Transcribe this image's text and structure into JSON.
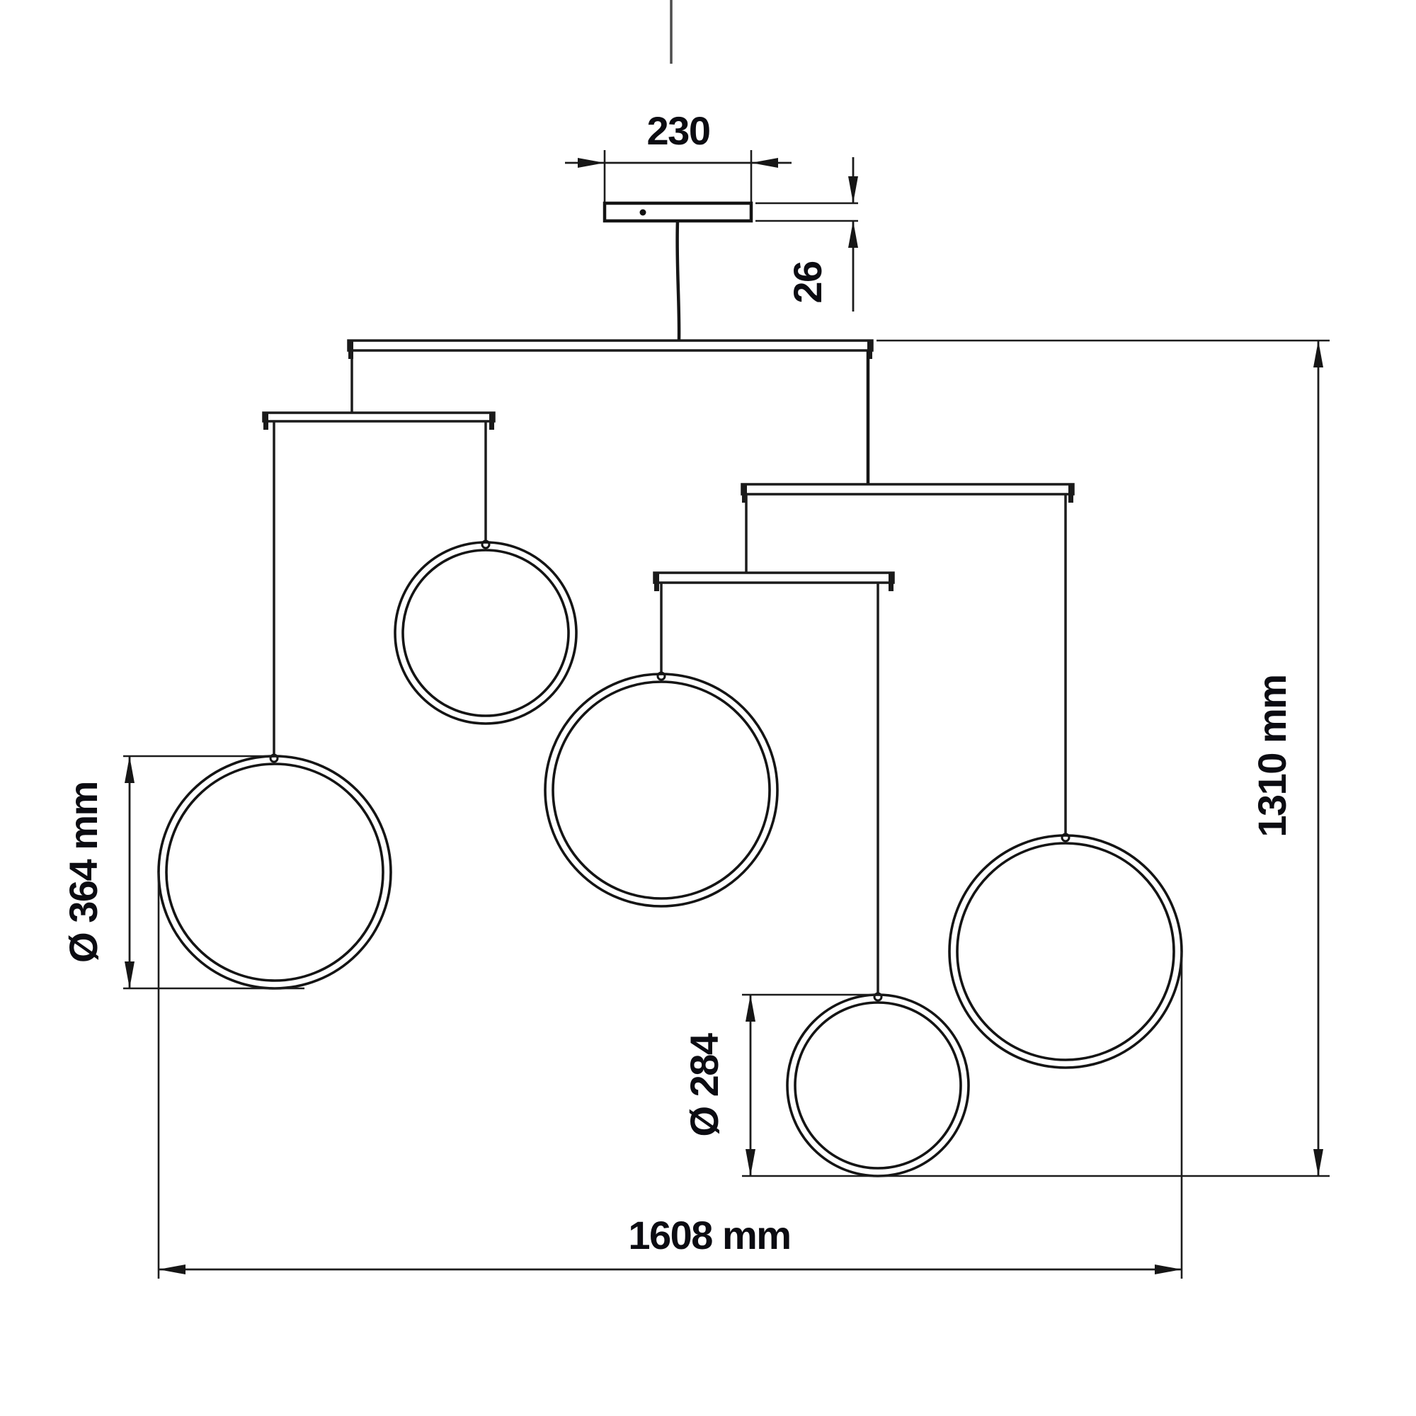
{
  "drawing": {
    "kind": "pendant-chandelier-dimension-drawing",
    "background": "#ffffff",
    "line_color": "#1a1a1a",
    "text_color": "#0c0c12"
  },
  "dimensions": {
    "canopy_width": {
      "label": "230",
      "value": 230,
      "unit": "mm"
    },
    "canopy_height": {
      "label": "26",
      "value": 26,
      "unit": "mm"
    },
    "large_ring_diameter": {
      "label": "Ø 364 mm",
      "value": 364,
      "unit": "mm"
    },
    "small_ring_diameter": {
      "label": "Ø 284",
      "value": 284,
      "unit": "mm"
    },
    "total_height": {
      "label": "1310 mm",
      "value": 1310,
      "unit": "mm"
    },
    "total_width": {
      "label": "1608 mm",
      "value": 1608,
      "unit": "mm"
    }
  },
  "fixture": {
    "ring_count": 5,
    "rings": [
      {
        "id": "ring-upper-small",
        "diameter_mm": 284
      },
      {
        "id": "ring-left-large",
        "diameter_mm": 364
      },
      {
        "id": "ring-middle-large",
        "diameter_mm": 364
      },
      {
        "id": "ring-right-large",
        "diameter_mm": 364
      },
      {
        "id": "ring-bottom-small",
        "diameter_mm": 284
      }
    ],
    "arm_count": 4
  }
}
